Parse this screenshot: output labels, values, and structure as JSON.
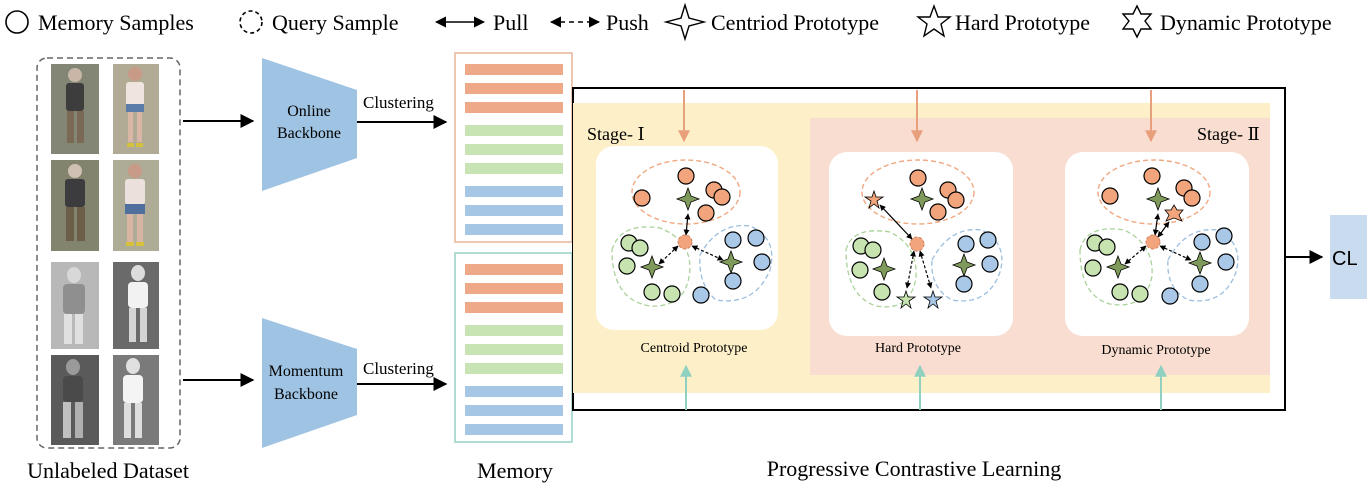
{
  "legend": {
    "memory_samples": "Memory Samples",
    "query_sample": "Query Sample",
    "pull": "Pull",
    "push": "Push",
    "centroid_prototype": "Centriod Prototype",
    "hard_prototype": "Hard Prototype",
    "dynamic_prototype": "Dynamic Prototype"
  },
  "dataset": {
    "label": "Unlabeled Dataset"
  },
  "backbones": {
    "online": [
      "Online",
      "Backbone"
    ],
    "momentum": [
      "Momentum",
      "Backbone"
    ],
    "clustering_top": "Clustering",
    "clustering_bottom": "Clustering"
  },
  "memory": {
    "label": "Memory"
  },
  "pcl": {
    "label": "Progressive Contrastive Learning",
    "stage1": "Stage- Ⅰ",
    "stage2": "Stage- Ⅱ",
    "panels": [
      "Centroid Prototype",
      "Hard Prototype",
      "Dynamic Prototype"
    ],
    "output": "CL"
  },
  "colors": {
    "orange": "#f2a57c",
    "green": "#c6e3b0",
    "blue": "#a9c8e8",
    "backbone": "#9fc3e3",
    "stage1_bg": "#fdf0c8",
    "stage2_bg": "#f9ddd0",
    "cl_box": "#c9dbee",
    "prototype_star": "#7f9a5a",
    "memory_orange": "#eeaa88",
    "memory_green": "#c8e4b4",
    "memory_blue": "#a6c6e6",
    "arrow_orange": "#e8a07c",
    "arrow_teal": "#8fd0c0"
  }
}
